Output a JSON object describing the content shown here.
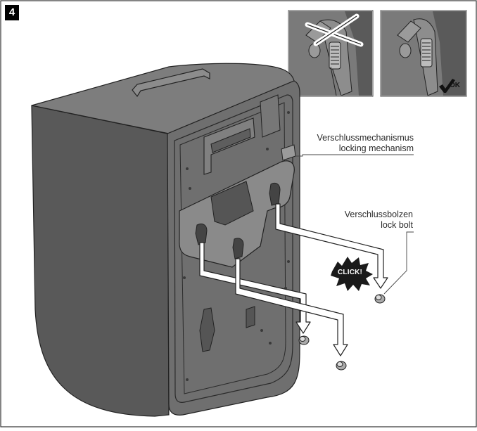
{
  "step_number": "4",
  "labels": {
    "locking_mechanism_de": "Verschlussmechanismus",
    "locking_mechanism_en": "locking mechanism",
    "lock_bolt_de": "Verschlussbolzen",
    "lock_bolt_en": "lock bolt"
  },
  "callouts": {
    "click": "CLICK!",
    "ok": "OK"
  },
  "icons": {
    "wrong": "cross-icon",
    "correct": "checkmark-icon"
  },
  "colors": {
    "bag_body": "#6f6f6f",
    "bag_side": "#595959",
    "bag_top": "#7d7d7d",
    "plate": "#8a8a8a",
    "outline": "#222222",
    "arrow_fill": "#ffffff",
    "burst": "#1a1a1a"
  }
}
